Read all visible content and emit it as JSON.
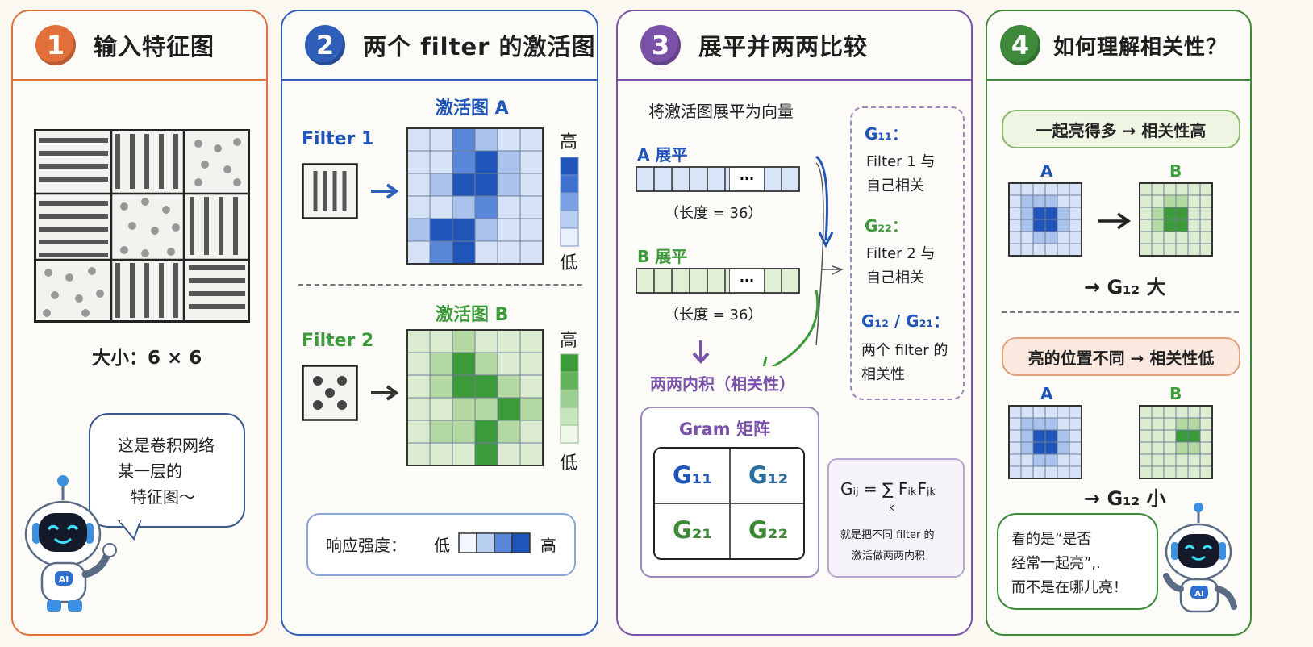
{
  "colors": {
    "orange": "#e2703a",
    "blue": "#2f5fb8",
    "purple": "#7a52a8",
    "green": "#3f8a3a",
    "blue_dark": "#1f55b9",
    "green_dark": "#3c9a3a"
  },
  "panel1": {
    "number": "1",
    "title": "输入特征图",
    "size_label": "大小：6 × 6",
    "bubble_lines": [
      "这是卷积网络",
      "某一层的",
      "特征图～"
    ],
    "robot_badge": "AI"
  },
  "panel2": {
    "number": "2",
    "title": "两个 filter 的激活图",
    "map_a_title": "激活图 A",
    "map_b_title": "激活图 B",
    "filter1": "Filter 1",
    "filter2": "Filter 2",
    "high": "高",
    "low": "低",
    "legend_label": "响应强度：",
    "legend_low": "低",
    "legend_high": "高"
  },
  "panel3": {
    "number": "3",
    "title": "展平并两两比较",
    "flatten_heading": "将激活图展平为向量",
    "a_flat": "A 展平",
    "b_flat": "B 展平",
    "length_a": "（长度 = 36）",
    "length_b": "（长度 = 36）",
    "ellipsis": "···",
    "inner_product": "两两内积（相关性）",
    "g11": "G₁₁：",
    "g11_desc": [
      "Filter 1 与",
      "自己相关"
    ],
    "g22": "G₂₂：",
    "g22_desc": [
      "Filter 2 与",
      "自己相关"
    ],
    "g12_g21": "G₁₂ / G₂₁：",
    "g12_desc": [
      "两个 filter 的",
      "相关性"
    ],
    "gram_title": "Gram 矩阵",
    "gram_cells": [
      "G₁₁",
      "G₁₂",
      "G₂₁",
      "G₂₂"
    ],
    "formula": "Gᵢⱼ = ∑ FᵢₖFⱼₖ",
    "formula_sub": "k",
    "formula_note": [
      "就是把不同 filter 的",
      "激活做两两内积"
    ]
  },
  "panel4": {
    "number": "4",
    "title": "如何理解相关性？",
    "case1": "一起亮得多 → 相关性高",
    "case2": "亮的位置不同 → 相关性低",
    "label_a1": "A",
    "label_b1": "B",
    "label_a2": "A",
    "label_b2": "B",
    "result1": "→ G₁₂ 大",
    "result2": "→ G₁₂ 小",
    "bubble_lines": [
      "看的是“是否",
      "经常一起亮”,.",
      "而不是在哪儿亮！"
    ],
    "robot_badge": "AI"
  }
}
